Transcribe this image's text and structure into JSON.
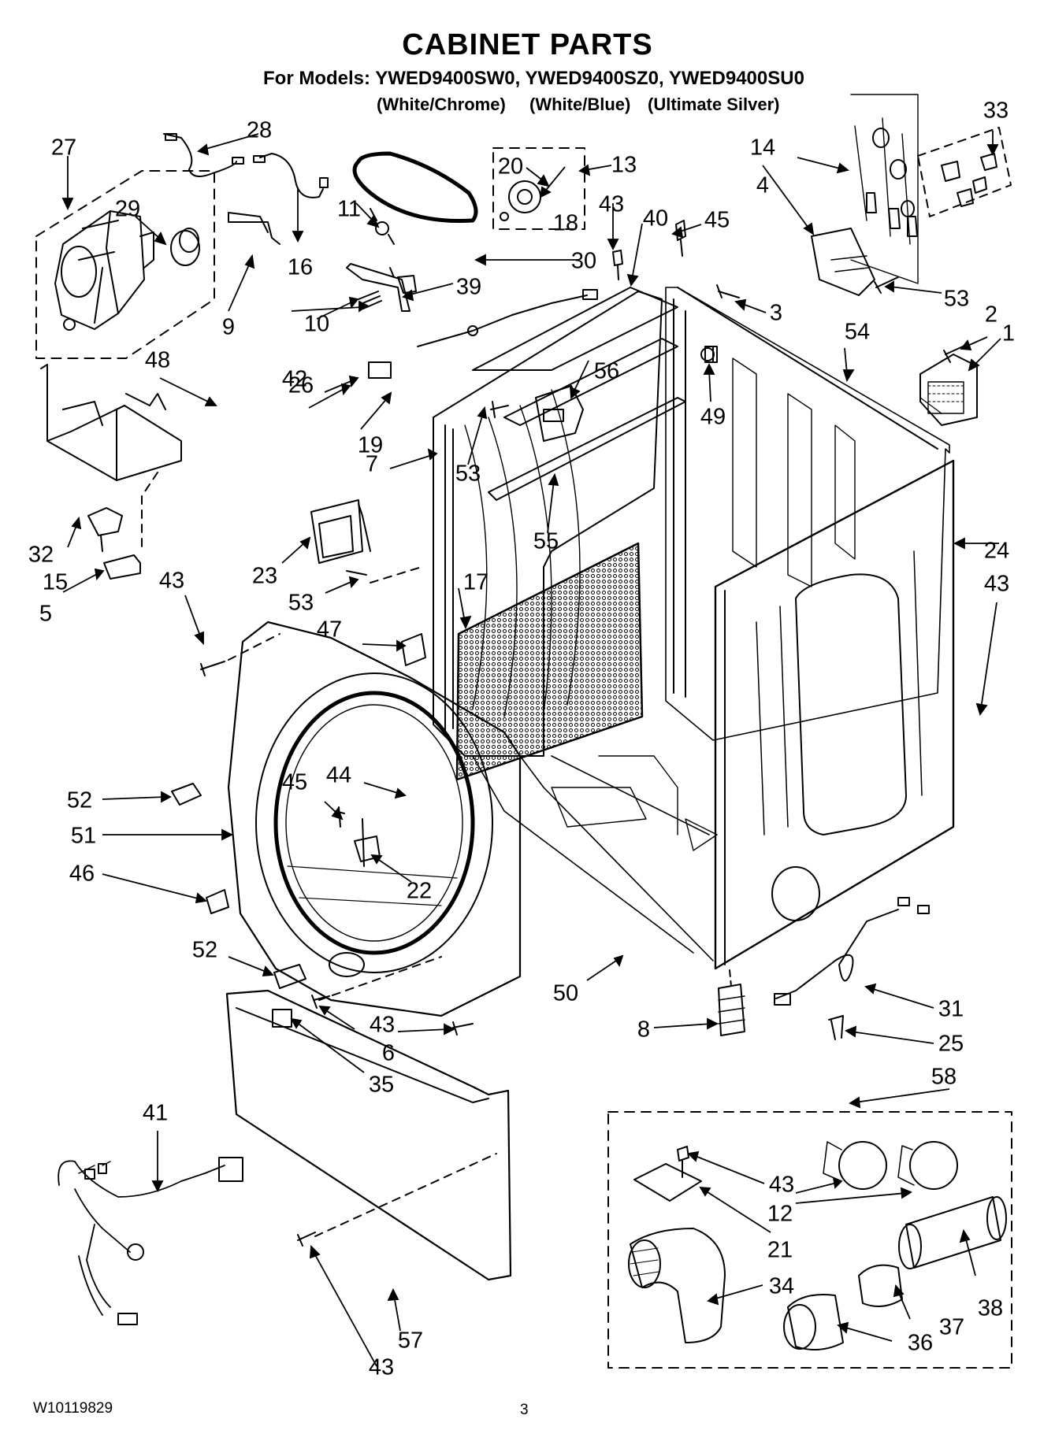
{
  "header": {
    "title": "CABINET PARTS",
    "models": "For Models: YWED9400SW0, YWED9400SZ0, YWED9400SU0",
    "variants": [
      "(White/Chrome)",
      "(White/Blue)",
      "(Ultimate Silver)"
    ]
  },
  "callouts": {
    "c1": "1",
    "c2": "2",
    "c3": "3",
    "c4": "4",
    "c5": "5",
    "c6": "6",
    "c7": "7",
    "c8": "8",
    "c9": "9",
    "c10": "10",
    "c11": "11",
    "c12": "12",
    "c13": "13",
    "c14": "14",
    "c15": "15",
    "c16": "16",
    "c17": "17",
    "c18": "18",
    "c19": "19",
    "c20": "20",
    "c21": "21",
    "c22": "22",
    "c23": "23",
    "c24": "24",
    "c25": "25",
    "c26": "26",
    "c27": "27",
    "c28": "28",
    "c29": "29",
    "c30": "30",
    "c31": "31",
    "c32": "32",
    "c33": "33",
    "c34": "34",
    "c35": "35",
    "c36": "36",
    "c37": "37",
    "c38": "38",
    "c39": "39",
    "c40": "40",
    "c41": "41",
    "c42": "42",
    "c43a": "43",
    "c43b": "43",
    "c43c": "43",
    "c43d": "43",
    "c43e": "43",
    "c43f": "43",
    "c44": "44",
    "c45a": "45",
    "c45b": "45",
    "c46": "46",
    "c47": "47",
    "c48": "48",
    "c49": "49",
    "c50": "50",
    "c51": "51",
    "c52a": "52",
    "c52b": "52",
    "c53a": "53",
    "c53b": "53",
    "c53c": "53",
    "c54": "54",
    "c55": "55",
    "c56": "56",
    "c57": "57",
    "c58": "58"
  },
  "footer": {
    "doc_number": "W10119829",
    "page": "3"
  }
}
